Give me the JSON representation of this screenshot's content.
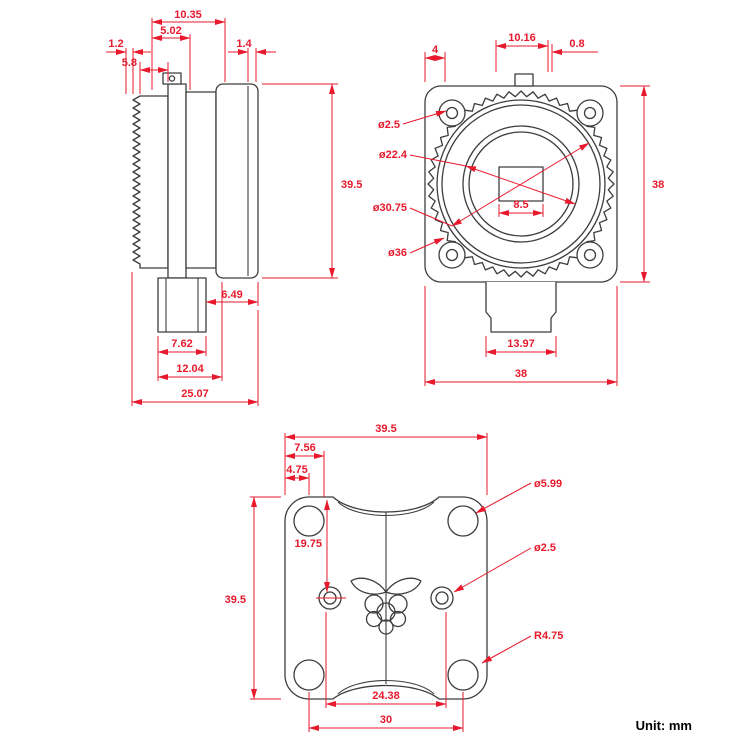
{
  "unit_label": "Unit: mm",
  "colors": {
    "dimension_red": "#e8192c",
    "line_dark": "#3d3d3d",
    "background": "#ffffff"
  },
  "side_view": {
    "dims": {
      "w_10_35": "10.35",
      "w_5_02": "5.02",
      "w_1_2": "1.2",
      "w_5_8": "5.8",
      "w_1_4": "1.4",
      "h_39_5": "39.5",
      "w_6_49": "6.49",
      "w_7_62": "7.62",
      "w_12_04": "12.04",
      "w_25_07": "25.07"
    }
  },
  "front_view": {
    "dims": {
      "w_4": "4",
      "w_10_16": "10.16",
      "w_0_8": "0.8",
      "d_2_5": "ø2.5",
      "d_22_4": "ø22.4",
      "d_30_75": "ø30.75",
      "d_36": "ø36",
      "w_8_5": "8.5",
      "h_38": "38",
      "w_13_97": "13.97",
      "w_38": "38"
    }
  },
  "back_view": {
    "dims": {
      "w_39_5": "39.5",
      "w_7_56": "7.56",
      "w_4_75": "4.75",
      "d_5_99": "ø5.99",
      "h_19_75": "19.75",
      "d_2_5": "ø2.5",
      "h_39_5": "39.5",
      "r_4_75": "R4.75",
      "w_24_38": "24.38",
      "w_30": "30"
    }
  }
}
